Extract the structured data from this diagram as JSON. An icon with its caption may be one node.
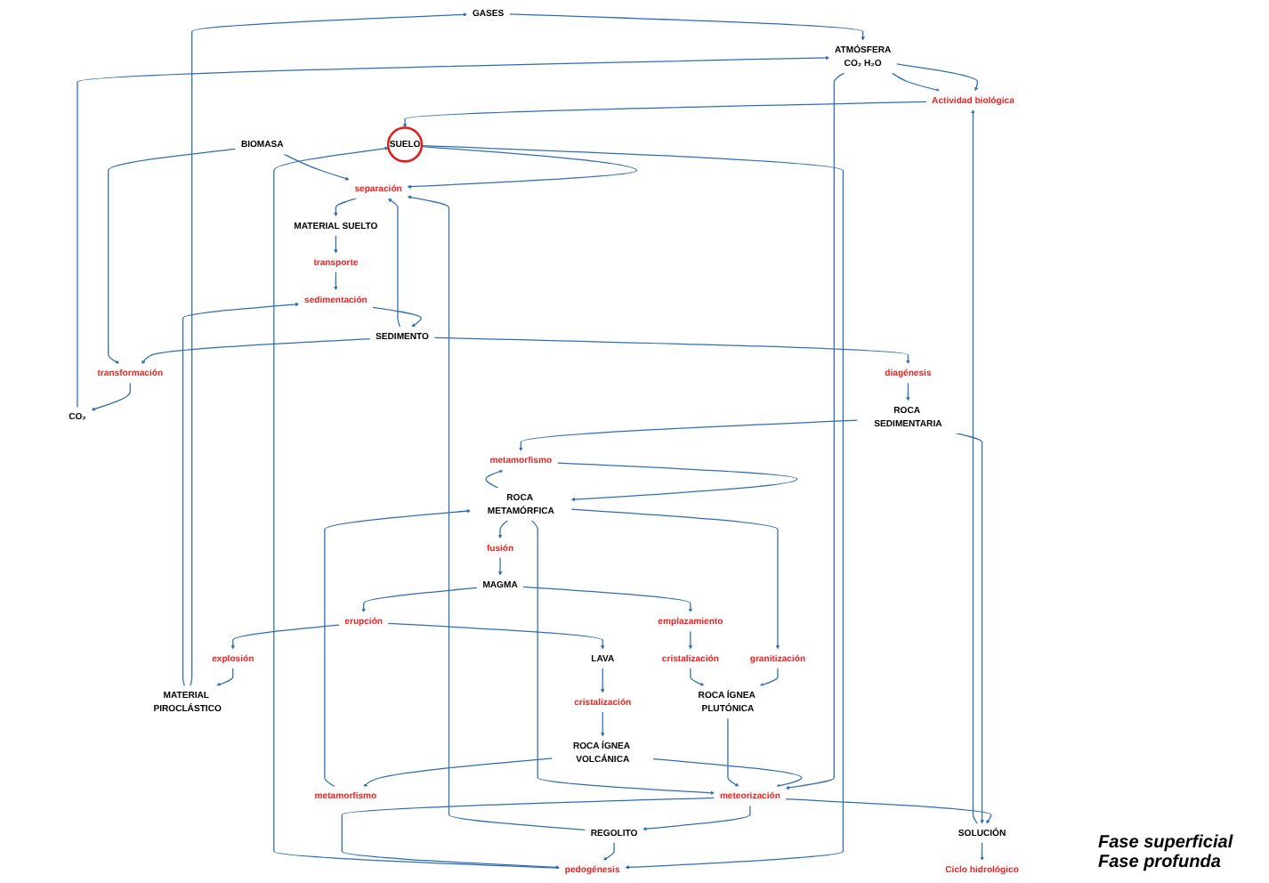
{
  "diagram": {
    "nodes": [
      {
        "text": [
          "GASES"
        ]
      },
      {
        "text": [
          "ATMÓSFERA",
          "CO₂ H₂O"
        ]
      },
      {
        "text": [
          "CO₂"
        ]
      },
      {
        "text": [
          "MATERIAL PIROCLÁSTICO"
        ]
      },
      {
        "text": [
          "sedimentación"
        ]
      },
      {
        "text": [
          "transformación"
        ]
      },
      {
        "text": [
          "transporte"
        ]
      },
      {
        "text": [
          "diagénesis"
        ]
      },
      {
        "text": [
          "SEDIMENTO"
        ]
      },
      {
        "text": [
          "MATERIAL SUELTO"
        ]
      },
      {
        "text": [
          "ROCA SEDIMENTARIA"
        ]
      },
      {
        "text": [
          "explosión"
        ]
      },
      {
        "text": [
          "separación"
        ]
      },
      {
        "text": [
          "SUELO"
        ]
      },
      {
        "text": [
          "BIOMASA"
        ]
      },
      {
        "text": [
          "ROCA ÍGNEA VOLCÁNICA"
        ]
      },
      {
        "text": [
          "pedogénesis"
        ]
      },
      {
        "text": [
          "Actividad biológica"
        ]
      },
      {
        "text": [
          "cristalización"
        ]
      },
      {
        "text": [
          "REGOLITO"
        ]
      },
      {
        "text": [
          "SOLUCIÓN"
        ]
      },
      {
        "text": [
          "Ciclo hidrológico"
        ]
      },
      {
        "text": [
          "LAVA"
        ]
      },
      {
        "text": [
          "meteorización"
        ]
      },
      {
        "text": [
          "erupción"
        ]
      },
      {
        "text": [
          "ROCA ÍGNEA PLUTÓNICA"
        ]
      },
      {
        "text": [
          "metamorfismo"
        ]
      },
      {
        "text": [
          "metamorfismo"
        ]
      },
      {
        "text": [
          "granitización"
        ]
      },
      {
        "text": [
          "ROCA METAMÓRFICA"
        ]
      },
      {
        "text": [
          "emplazamiento"
        ]
      },
      {
        "text": [
          "cristalización"
        ]
      },
      {
        "text": [
          "fusión"
        ]
      },
      {
        "text": [
          "MAGMA"
        ]
      }
    ],
    "edges": [
      {
        "from": 33,
        "to": 24,
        "arrow": "to"
      },
      {
        "from": 24,
        "to": 11,
        "arrow": "to"
      },
      {
        "from": 11,
        "to": 3,
        "arrow": "to"
      },
      {
        "from": 3,
        "to": 0,
        "arrow": "to"
      },
      {
        "from": 0,
        "to": 1,
        "arrow": "to"
      },
      {
        "from": 3,
        "to": 4,
        "arrow": "to"
      },
      {
        "from": 2,
        "to": 1,
        "arrow": "to"
      },
      {
        "from": 5,
        "to": 2,
        "arrow": "to"
      },
      {
        "from": 8,
        "to": 5,
        "arrow": "to"
      },
      {
        "from": 9,
        "to": 6,
        "arrow": "to"
      },
      {
        "from": 6,
        "to": 4,
        "arrow": "to"
      },
      {
        "from": 4,
        "to": 8,
        "arrow": "to"
      },
      {
        "from": 8,
        "to": 7,
        "arrow": "to"
      },
      {
        "from": 7,
        "to": 10,
        "arrow": "to"
      },
      {
        "from": 14,
        "to": 5,
        "arrow": "to"
      },
      {
        "from": 1,
        "to": 17,
        "arrow": "to"
      },
      {
        "from": 1,
        "to": 17,
        "arrow": "to"
      },
      {
        "from": 1,
        "to": 23,
        "arrow": "to"
      },
      {
        "from": 12,
        "to": 9,
        "arrow": "to"
      },
      {
        "from": 13,
        "to": 12,
        "arrow": "to"
      },
      {
        "from": 8,
        "to": 12,
        "arrow": "to"
      },
      {
        "from": 14,
        "to": 12,
        "arrow": "to"
      },
      {
        "from": 17,
        "to": 13,
        "arrow": "to"
      },
      {
        "from": 16,
        "to": 13,
        "arrow": "to"
      },
      {
        "from": 13,
        "to": 16,
        "arrow": "to"
      },
      {
        "from": 19,
        "to": 16,
        "arrow": "to"
      },
      {
        "from": 19,
        "to": 12,
        "arrow": "to"
      },
      {
        "from": 23,
        "to": 19,
        "arrow": "to"
      },
      {
        "from": 23,
        "to": 16,
        "arrow": "to"
      },
      {
        "from": 23,
        "to": 20,
        "arrow": "to"
      },
      {
        "from": 20,
        "to": 17,
        "arrow": "to"
      },
      {
        "from": 20,
        "to": 21,
        "arrow": "to"
      },
      {
        "from": 10,
        "to": 20,
        "arrow": "to"
      },
      {
        "from": 10,
        "to": 27,
        "arrow": "to"
      },
      {
        "from": 15,
        "to": 23,
        "arrow": "to"
      },
      {
        "from": 15,
        "to": 26,
        "arrow": "to"
      },
      {
        "from": 25,
        "to": 23,
        "arrow": "to"
      },
      {
        "from": 28,
        "to": 25,
        "arrow": "to"
      },
      {
        "from": 26,
        "to": 29,
        "arrow": "to"
      },
      {
        "from": 29,
        "to": 23,
        "arrow": "to"
      },
      {
        "from": 29,
        "to": 28,
        "arrow": "to"
      },
      {
        "from": 29,
        "to": 27,
        "arrow": "to"
      },
      {
        "from": 27,
        "to": 29,
        "arrow": "to"
      },
      {
        "from": 29,
        "to": 32,
        "arrow": "to"
      },
      {
        "from": 32,
        "to": 33,
        "arrow": "to"
      },
      {
        "from": 33,
        "to": 30,
        "arrow": "to"
      },
      {
        "from": 30,
        "to": 31,
        "arrow": "to"
      },
      {
        "from": 31,
        "to": 25,
        "arrow": "to"
      },
      {
        "from": 24,
        "to": 22,
        "arrow": "to"
      },
      {
        "from": 22,
        "to": 18,
        "arrow": "to"
      },
      {
        "from": 18,
        "to": 15,
        "arrow": "to"
      }
    ],
    "labels": [
      "Fase superficial",
      "Fase profunda"
    ]
  }
}
